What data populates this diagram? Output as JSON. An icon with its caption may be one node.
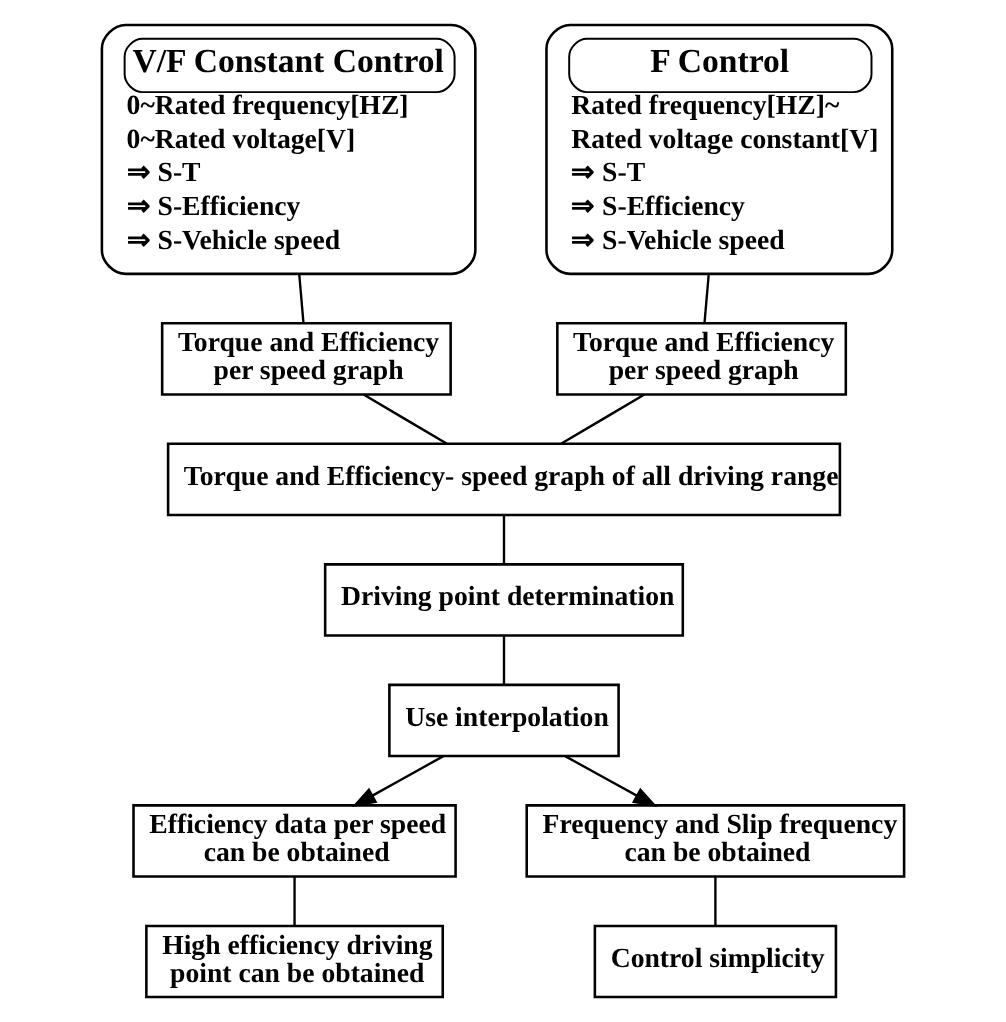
{
  "diagram": {
    "nodes": [
      {
        "text": [
          "V/F Constant Control",
          "0~Rated frequency[HZ]",
          "0~Rated voltage[V]",
          "⇒ S-T",
          "⇒ S-Efficiency",
          "⇒ S-Vehicle speed"
        ]
      },
      {
        "text": [
          "F Control",
          "Rated frequency[HZ]~",
          "Rated voltage constant[V]",
          "⇒ S-T",
          "⇒ S-Efficiency",
          "⇒ S-Vehicle speed"
        ]
      },
      {
        "text": [
          "Torque and Efficiency per speed graph"
        ]
      },
      {
        "text": [
          "Torque and Efficiency per speed graph"
        ]
      },
      {
        "text": [
          "Torque and Efficiency- speed graph of all driving range"
        ]
      },
      {
        "text": [
          "Driving point determination"
        ]
      },
      {
        "text": [
          "Use interpolation"
        ]
      },
      {
        "text": [
          "Efficiency data per speed can be obtained"
        ]
      },
      {
        "text": [
          "Frequency and Slip frequency can be obtained"
        ]
      },
      {
        "text": [
          "High efficiency driving point can be obtained"
        ]
      },
      {
        "text": [
          "Control simplicity"
        ]
      }
    ],
    "edges": [
      {
        "from": 0,
        "to": 2,
        "arrow": "none"
      },
      {
        "from": 1,
        "to": 3,
        "arrow": "none"
      },
      {
        "from": 2,
        "to": 4,
        "arrow": "none"
      },
      {
        "from": 3,
        "to": 4,
        "arrow": "none"
      },
      {
        "from": 4,
        "to": 5,
        "arrow": "none"
      },
      {
        "from": 5,
        "to": 6,
        "arrow": "none"
      },
      {
        "from": 6,
        "to": 7,
        "arrow": "to"
      },
      {
        "from": 6,
        "to": 8,
        "arrow": "to"
      },
      {
        "from": 7,
        "to": 9,
        "arrow": "none"
      },
      {
        "from": 8,
        "to": 10,
        "arrow": "none"
      }
    ]
  }
}
